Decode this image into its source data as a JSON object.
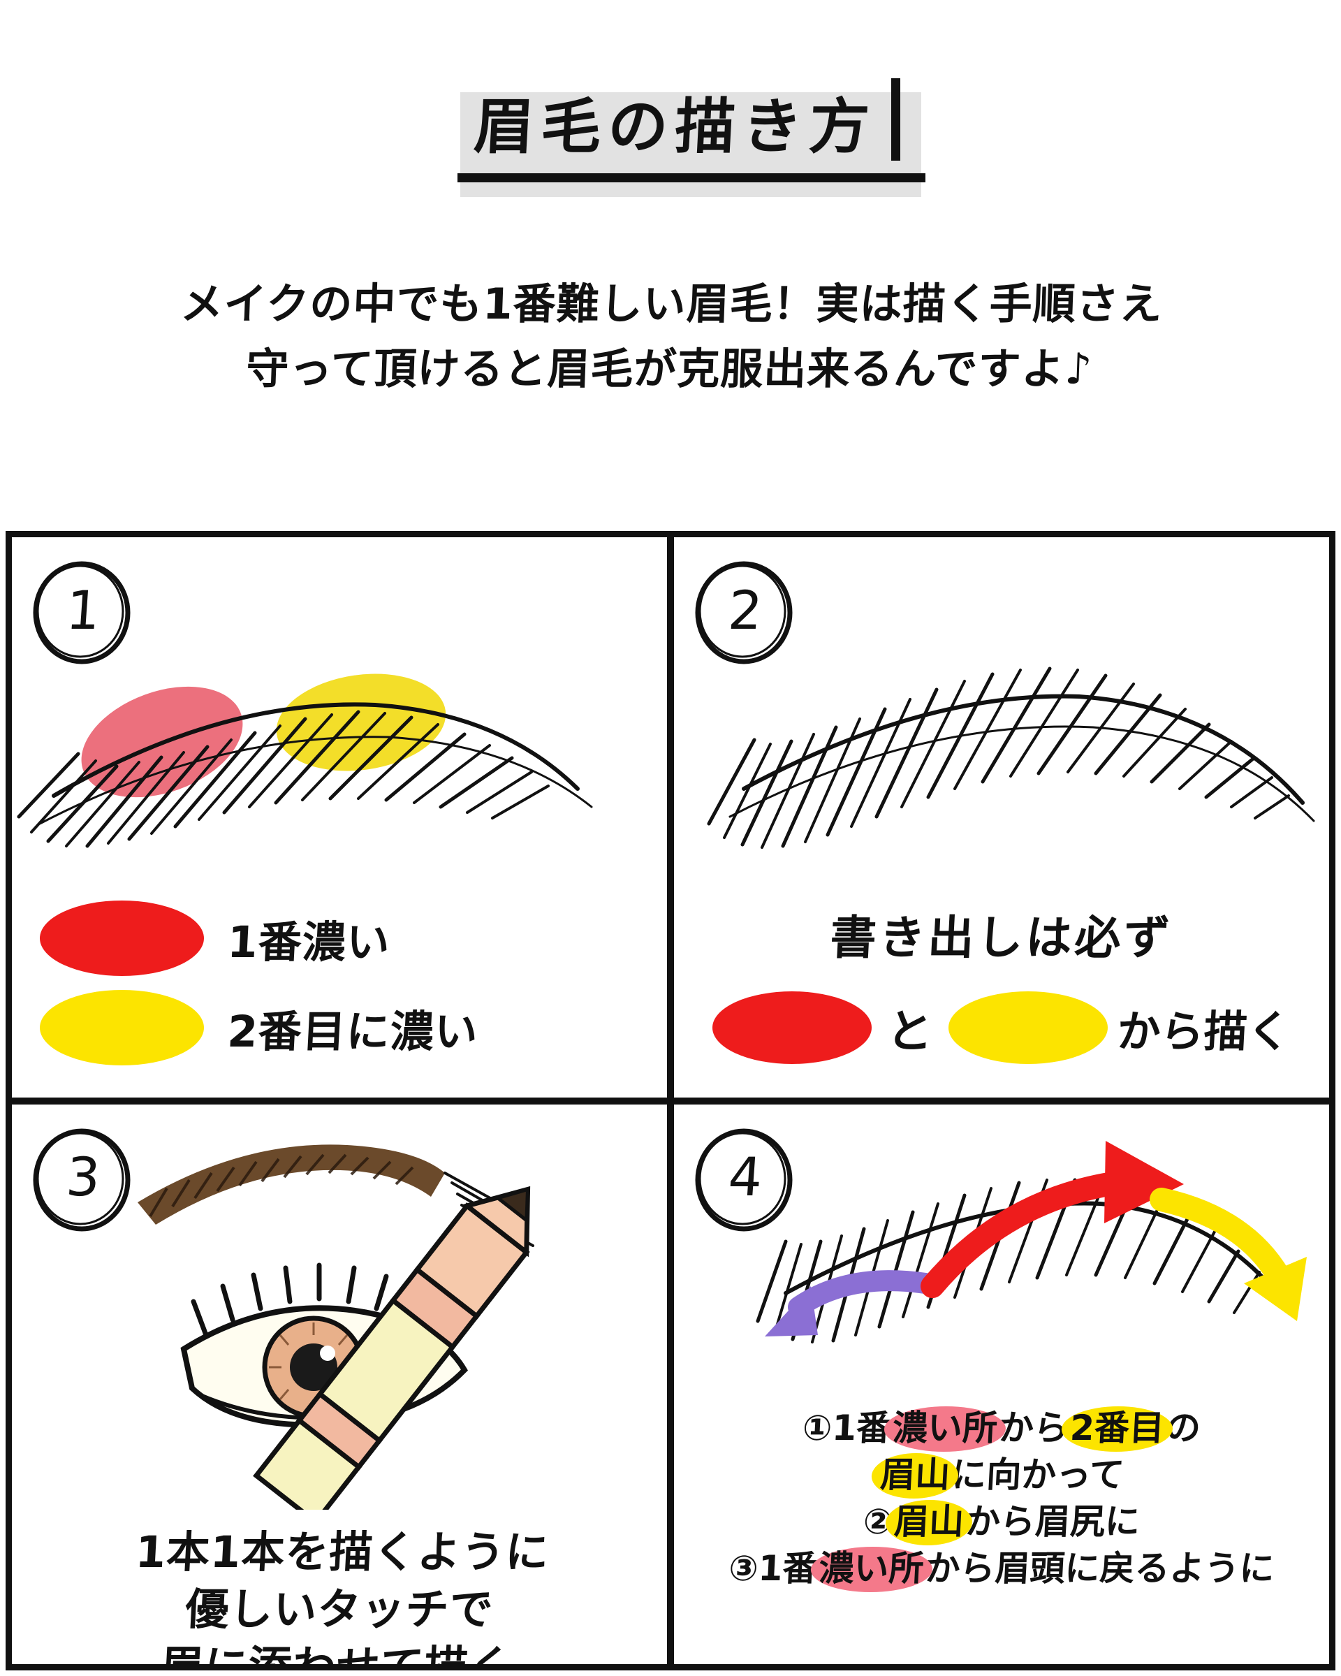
{
  "header": {
    "title": "眉毛の描き方",
    "subtitle_line1": "メイクの中でも1番難しい眉毛！実は描く手順さえ",
    "subtitle_line2": "守って頂けると眉毛が克服出来るんですよ♪"
  },
  "colors": {
    "red_swatch": "#EE1C1C",
    "yellow_swatch": "#FCE400",
    "red_highlight": "#F4798A",
    "yellow_highlight": "#FCE400",
    "purple_arrow": "#8B6FD4",
    "red_arrow": "#EE1C1C",
    "yellow_arrow": "#FCE400",
    "ink": "#111111",
    "title_shadow": "#E2E2E2",
    "brow_brown": "#6B4A2B",
    "skin": "#F6C9AB",
    "pencil_body": "#F7F3C0",
    "iris": "#E8B08A"
  },
  "panels": [
    {
      "number": "1",
      "legend": [
        {
          "swatch": "red",
          "label": "1番濃い"
        },
        {
          "swatch": "yellow",
          "label": "2番目に濃い"
        }
      ]
    },
    {
      "number": "2",
      "headline": "書き出しは必ず",
      "conjunction": "と",
      "tail": "から描く"
    },
    {
      "number": "3",
      "text_line1": "1本1本を描くように",
      "text_line2": "優しいタッチで",
      "text_line3": "眉に添わせて描く"
    },
    {
      "number": "4",
      "steps": [
        {
          "marker": "①",
          "pre": "1番",
          "hl_red": "濃い所",
          "mid": "から",
          "hl_yellow": "2番目",
          "post": "の"
        },
        {
          "marker": "",
          "pre": "",
          "hl_yellow": "眉山",
          "mid": "に向かって",
          "post": ""
        },
        {
          "marker": "②",
          "pre": "",
          "hl_yellow": "眉山",
          "mid": "から眉尻に",
          "post": ""
        },
        {
          "marker": "③",
          "pre": "1番",
          "hl_red": "濃い所",
          "mid": "から眉頭に戻るように",
          "post": ""
        }
      ],
      "line1_full": "①1番濃い所から2番目の",
      "line2_full": "眉山に向かって",
      "line3_full": "②眉山から眉尻に",
      "line4_full": "③1番濃い所から眉頭に戻るように"
    }
  ]
}
